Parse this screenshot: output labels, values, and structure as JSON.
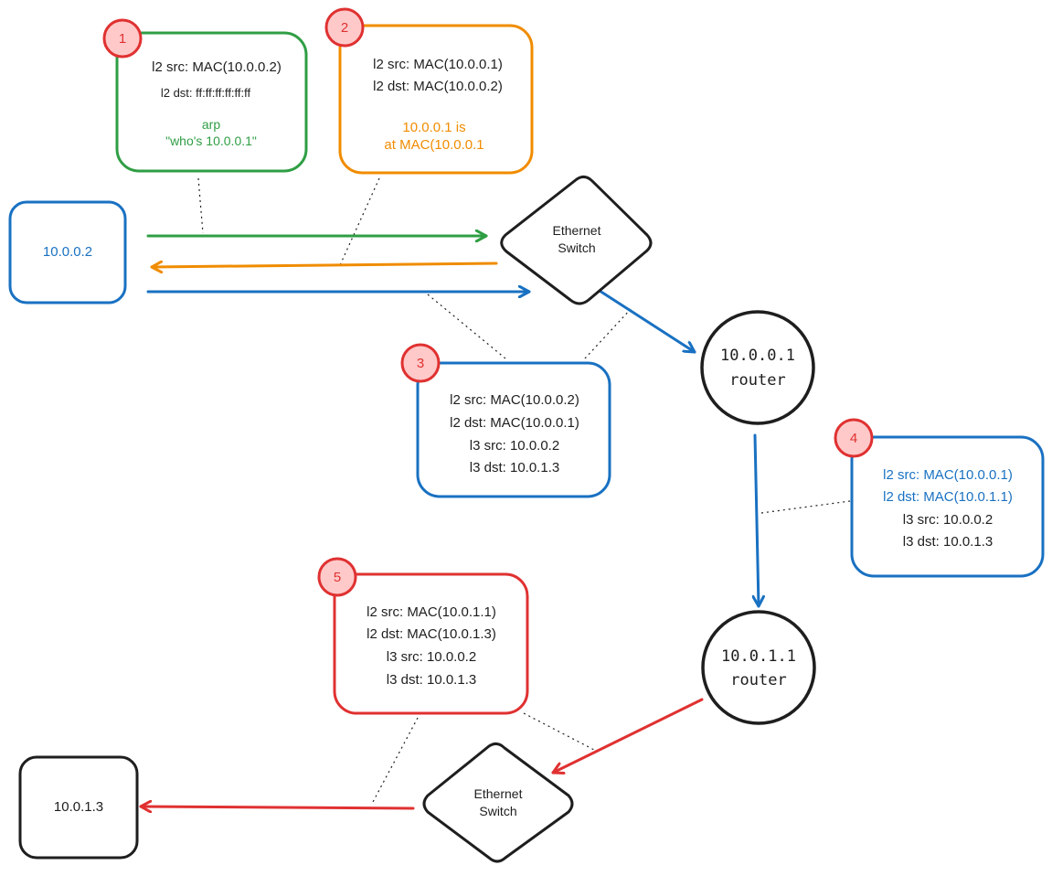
{
  "colors": {
    "green": "#2f9e44",
    "orange": "#f08c00",
    "blue": "#1971c2",
    "red": "#e03131",
    "black": "#1e1e1e",
    "badge_fill": "#ffc9c9"
  },
  "nodes": {
    "host_a": {
      "label": "10.0.0.2"
    },
    "host_b": {
      "label": "10.0.1.3"
    },
    "switch_top": {
      "line1": "Ethernet",
      "line2": "Switch"
    },
    "switch_bottom": {
      "line1": "Ethernet",
      "line2": "Switch"
    },
    "router_1": {
      "line1": "10.0.0.1",
      "line2": "router"
    },
    "router_2": {
      "line1": "10.0.1.1",
      "line2": "router"
    }
  },
  "frames": [
    {
      "badge": "1",
      "lines": [
        "l2 src: MAC(10.0.0.2)",
        "l2 dst: ff:ff:ff:ff:ff:ff"
      ],
      "note": [
        "arp",
        "\"who's 10.0.0.1\""
      ]
    },
    {
      "badge": "2",
      "lines": [
        "l2 src: MAC(10.0.0.1)",
        "l2 dst: MAC(10.0.0.2)"
      ],
      "note": [
        "10.0.0.1 is",
        "at MAC(10.0.0.1"
      ]
    },
    {
      "badge": "3",
      "lines": [
        "l2 src: MAC(10.0.0.2)",
        "l2 dst: MAC(10.0.0.1)",
        "l3 src: 10.0.0.2",
        "l3 dst: 10.0.1.3"
      ]
    },
    {
      "badge": "4",
      "lines": [
        "l2 src: MAC(10.0.0.1)",
        "l2 dst: MAC(10.0.1.1)",
        "l3 src: 10.0.0.2",
        "l3 dst: 10.0.1.3"
      ]
    },
    {
      "badge": "5",
      "lines": [
        "l2 src: MAC(10.0.1.1)",
        "l2 dst: MAC(10.0.1.3)",
        "l3 src: 10.0.0.2",
        "l3 dst: 10.0.1.3"
      ]
    }
  ]
}
